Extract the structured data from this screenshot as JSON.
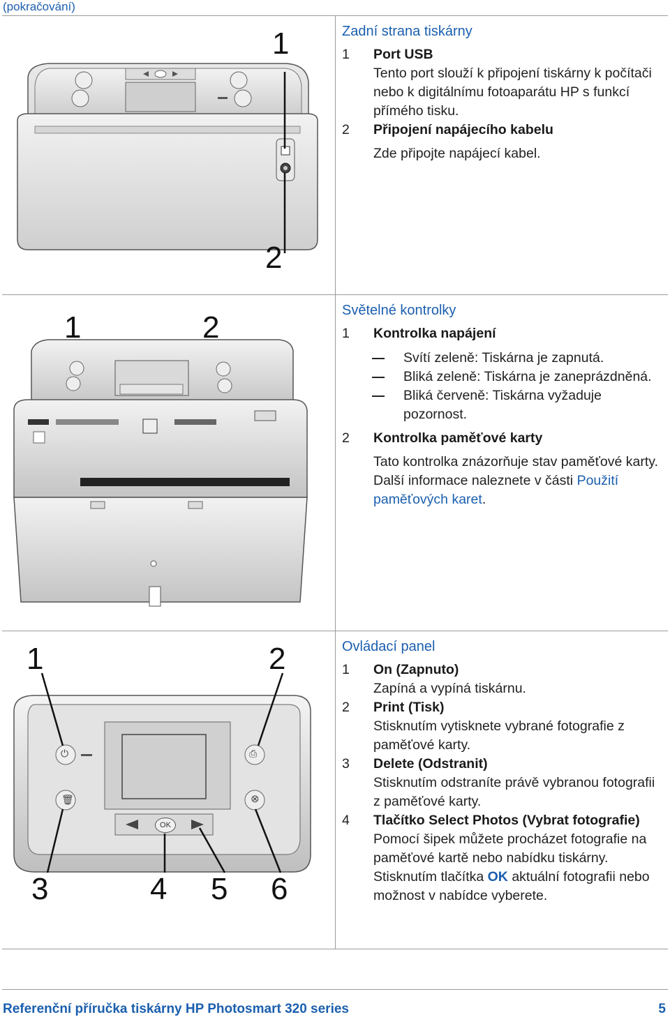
{
  "continuation": "(pokračování)",
  "sections": {
    "back": {
      "title": "Zadní strana tiskárny",
      "callouts": [
        "1",
        "2"
      ],
      "items": [
        {
          "num": "1",
          "title": "Port USB",
          "desc": "Tento port slouží k připojení tiskárny k počítači nebo k digitálnímu fotoaparátu HP s funkcí přímého tisku."
        },
        {
          "num": "2",
          "title": "Připojení napájecího kabelu",
          "desc": "Zde připojte napájecí kabel."
        }
      ]
    },
    "lights": {
      "title": "Světelné kontrolky",
      "callouts": [
        "1",
        "2"
      ],
      "items": [
        {
          "num": "1",
          "title": "Kontrolka napájení",
          "bullets": [
            "Svítí zeleně: Tiskárna je zapnutá.",
            "Bliká zeleně: Tiskárna je zaneprázdněná.",
            "Bliká červeně: Tiskárna vyžaduje pozornost."
          ]
        },
        {
          "num": "2",
          "title": "Kontrolka paměťové karty",
          "desc": "Tato kontrolka znázorňuje stav paměťové karty. Další informace naleznete v části",
          "link": "Použití paměťových karet",
          "tail": "."
        }
      ]
    },
    "panel": {
      "title": "Ovládací panel",
      "callouts": [
        "1",
        "2",
        "3",
        "4",
        "5",
        "6"
      ],
      "items": [
        {
          "num": "1",
          "title": "On (Zapnuto)",
          "desc": "Zapíná a vypíná tiskárnu."
        },
        {
          "num": "2",
          "title": "Print (Tisk)",
          "desc": "Stisknutím vytisknete vybrané fotografie z paměťové karty."
        },
        {
          "num": "3",
          "title": "Delete (Odstranit)",
          "desc": "Stisknutím odstraníte právě vybranou fotografii z paměťové karty."
        },
        {
          "num": "4",
          "title": "Tlačítko Select Photos (Vybrat fotografie)",
          "desc": "Pomocí šipek můžete procházet fotografie na paměťové kartě nebo nabídku tiskárny. Stisknutím tlačítka",
          "ok": "OK",
          "tail": "aktuální fotografii nebo možnost v nabídce vyberete."
        }
      ],
      "ok_button_label": "OK"
    }
  },
  "footer": {
    "title": "Referenční příručka tiskárny HP Photosmart 320 series",
    "page": "5"
  },
  "colors": {
    "accent": "#1b5fae",
    "rule": "#9a9a9a"
  }
}
